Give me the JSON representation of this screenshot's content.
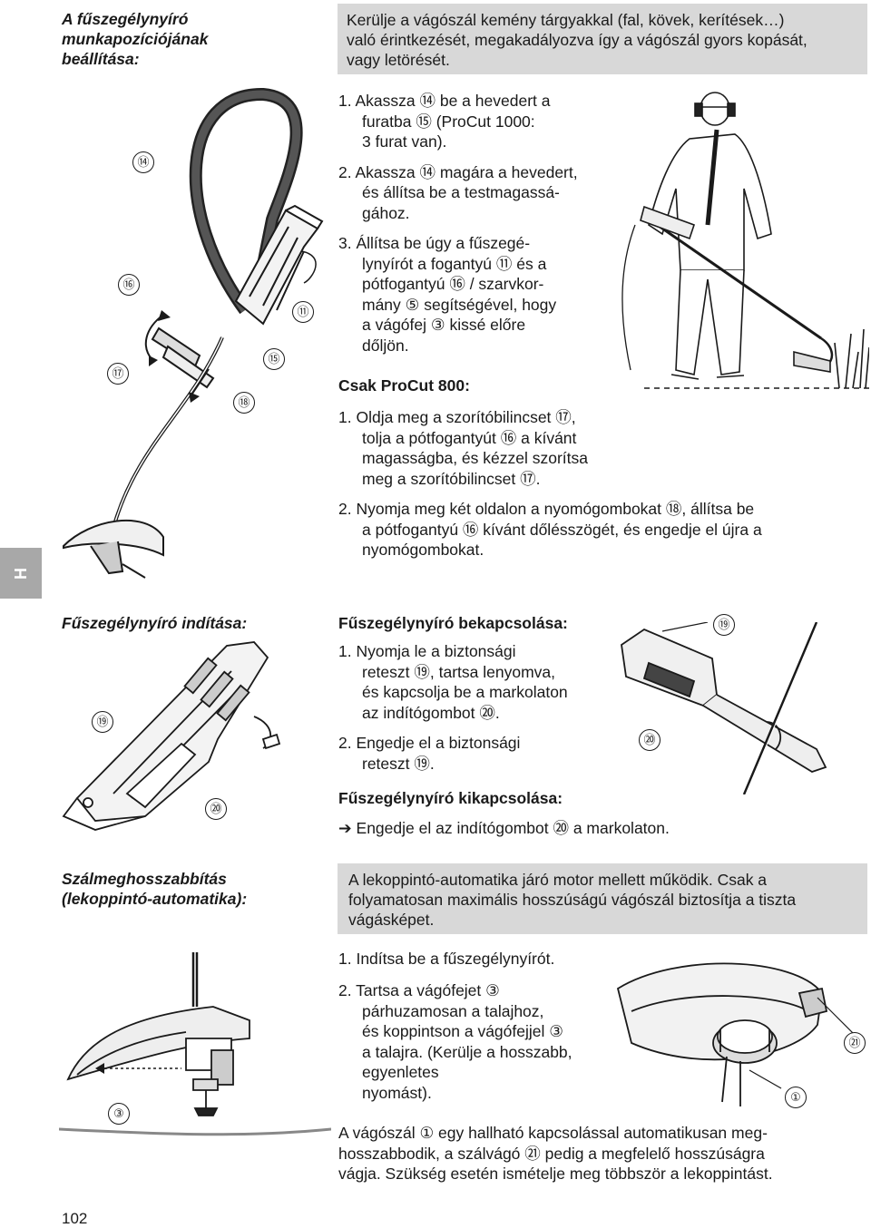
{
  "section1": {
    "title_l1": "A fűszegélynyíró",
    "title_l2": "munkapozíciójának",
    "title_l3": "beállítása:",
    "notice_l1": "Kerülje a vágószál kemény tárgyakkal (fal, kövek, kerítések…)",
    "notice_l2": "való érintkezését, megakadályozva így a vágószál gyors kopását,",
    "notice_l3": "vagy letörését.",
    "steps": [
      {
        "l1": "1. Akassza ⑭ be a hevedert a",
        "l2": "furatba ⑮ (ProCut 1000:",
        "l3": "3 furat van)."
      },
      {
        "l1": "2. Akassza ⑭ magára a hevedert,",
        "l2": "és állítsa be a testmagassá-",
        "l3": "gához."
      },
      {
        "l1": "3. Állítsa be úgy a fűszegé-",
        "l2": "lynyírót a fogantyú ⑪ és a",
        "l3": "pótfogantyú ⑯ / szarvkor-",
        "l4": "mány ⑤ segítségével, hogy",
        "l5": "a vágófej ③ kissé előre",
        "l6": "dőljön."
      }
    ],
    "subhead": "Csak ProCut 800:",
    "steps800": [
      {
        "l1": "1. Oldja meg a szorítóbilincset ⑰,",
        "l2": "tolja a pótfogantyút ⑯ a kívánt",
        "l3": "magasságba, és kézzel szorítsa",
        "l4": "meg a szorítóbilincset ⑰."
      },
      {
        "l1": "2. Nyomja meg két oldalon a nyomógombokat ⑱, állítsa be",
        "l2": "a pótfogantyú ⑯ kívánt dőlésszögét, és engedje el újra a",
        "l3": "nyomógombokat."
      }
    ],
    "callouts": {
      "c14": "⑭",
      "c16": "⑯",
      "c17": "⑰",
      "c18": "⑱",
      "c15": "⑮",
      "c11": "⑪"
    }
  },
  "tab_letter": "H",
  "section2": {
    "title": "Fűszegélynyíró indítása:",
    "on_head": "Fűszegélynyíró bekapcsolása:",
    "on_steps": [
      {
        "l1": "1. Nyomja le a biztonsági",
        "l2": "reteszt ⑲, tartsa lenyomva,",
        "l3": "és kapcsolja be a markolaton",
        "l4": "az indítógombot ⑳."
      },
      {
        "l1": "2. Engedje el a biztonsági",
        "l2": "reteszt ⑲."
      }
    ],
    "off_head": "Fűszegélynyíró kikapcsolása:",
    "off_step": "➔ Engedje el az indítógombot ⑳ a markolaton.",
    "callouts": {
      "c19a": "⑲",
      "c20a": "⑳",
      "c19b": "⑲",
      "c20b": "⑳"
    }
  },
  "section3": {
    "title_l1": "Szálmeghosszabbítás",
    "title_l2": "(lekoppintó-automatika):",
    "notice_l1": "A lekoppintó-automatika járó motor mellett működik. Csak a",
    "notice_l2": "folyamatosan maximális hosszúságú vágószál biztosítja a tiszta",
    "notice_l3": "vágásképet.",
    "step1": "1. Indítsa be a fűszegélynyírót.",
    "step2": {
      "l1": "2. Tartsa a vágófejet ③",
      "l2": "párhuzamosan a talajhoz,",
      "l3": "és koppintson a vágófejjel ③",
      "l4": "a talajra. (Kerülje a hosszabb,",
      "l5": "egyenletes",
      "l6": "nyomást)."
    },
    "final_l1": "A vágószál ① egy hallható kapcsolással automatikusan meg-",
    "final_l2": "hosszabbodik, a szálvágó ㉑ pedig a megfelelő hosszúságra",
    "final_l3": "vágja. Szükség esetén ismételje meg többször a lekoppintást.",
    "callouts": {
      "c3": "③",
      "c21": "㉑",
      "c1": "①"
    }
  },
  "page_number": "102"
}
